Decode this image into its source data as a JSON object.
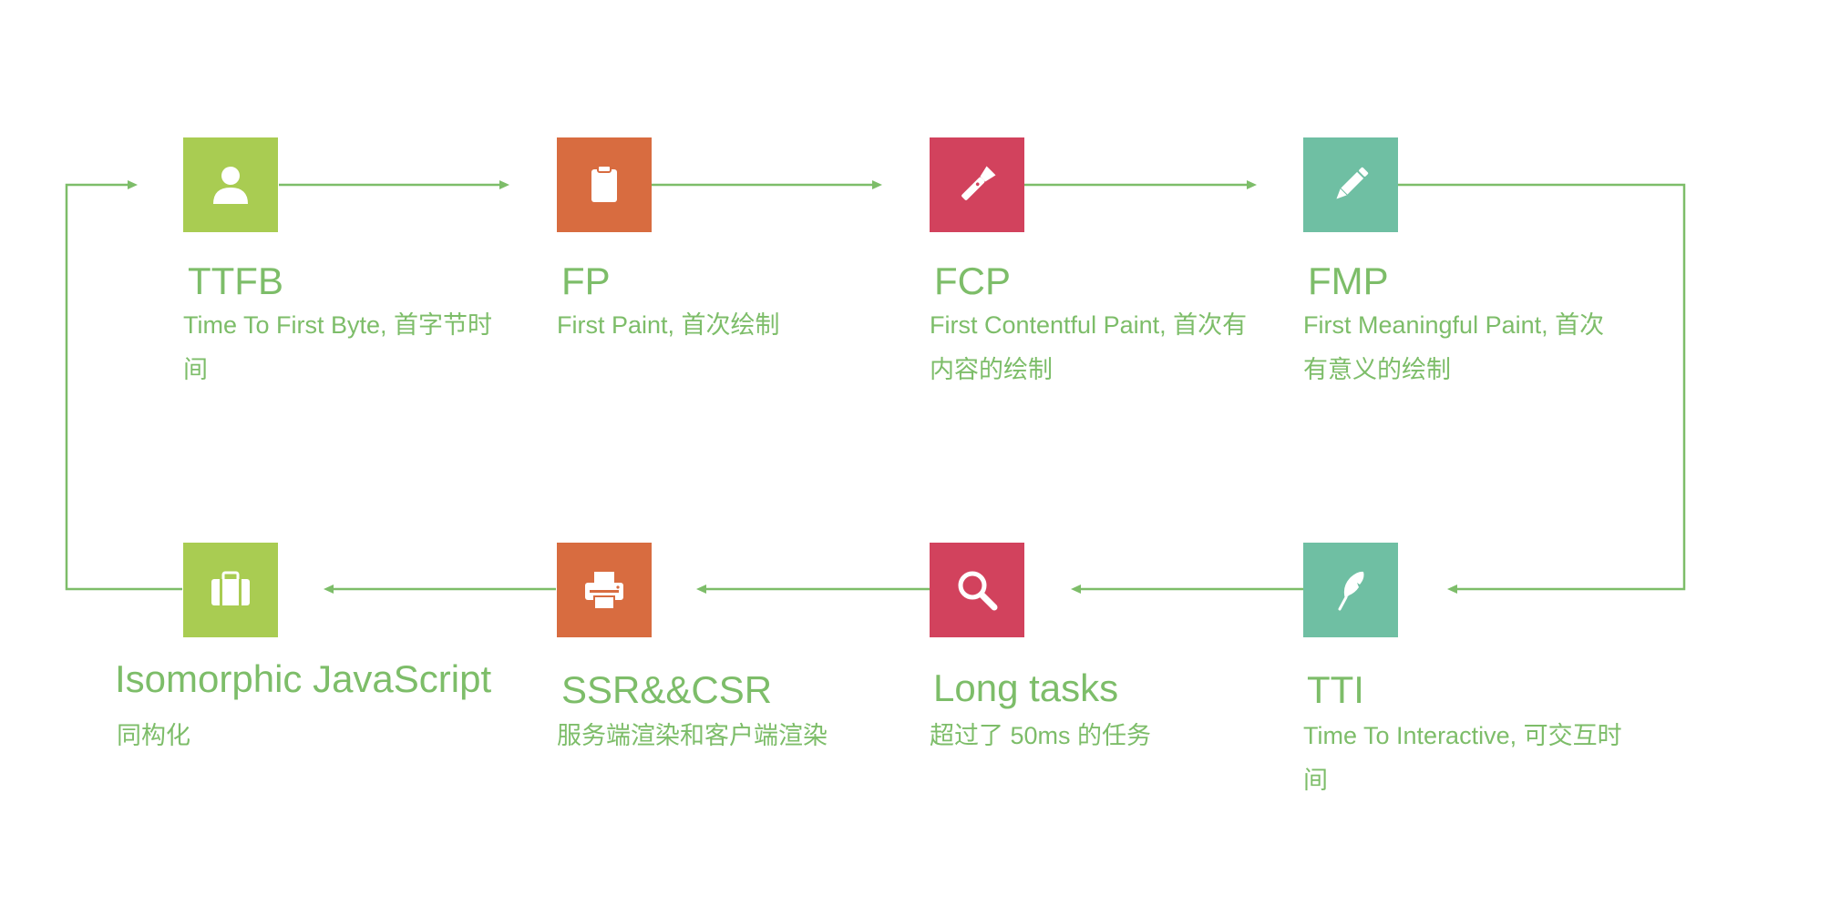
{
  "colors": {
    "line": "#7dbd69",
    "text": "#7dbd69",
    "green": "#a9cc52",
    "orange": "#d86c40",
    "crimson": "#d2425d",
    "teal": "#6fbfa3"
  },
  "nodes": [
    {
      "id": "ttfb",
      "title": "TTFB",
      "desc": "Time To First Byte, 首字节时间",
      "icon": "user-icon",
      "color": "green"
    },
    {
      "id": "fp",
      "title": "FP",
      "desc": "First Paint, 首次绘制",
      "icon": "clipboard-icon",
      "color": "orange"
    },
    {
      "id": "fcp",
      "title": "FCP",
      "desc": "First Contentful Paint, 首次有内容的绘制",
      "icon": "flashlight-icon",
      "color": "crimson"
    },
    {
      "id": "fmp",
      "title": "FMP",
      "desc": "First Meaningful Paint, 首次有意义的绘制",
      "icon": "pencil-icon",
      "color": "teal"
    },
    {
      "id": "tti",
      "title": "TTI",
      "desc": "Time To Interactive, 可交互时间",
      "icon": "feather-icon",
      "color": "teal"
    },
    {
      "id": "long-tasks",
      "title": "Long tasks",
      "desc": "超过了 50ms 的任务",
      "icon": "search-icon",
      "color": "crimson"
    },
    {
      "id": "ssr-csr",
      "title": "SSR&&CSR",
      "desc": "服务端渲染和客户端渲染",
      "icon": "printer-icon",
      "color": "orange"
    },
    {
      "id": "isomorphic",
      "title": "Isomorphic JavaScript",
      "desc": "同构化",
      "icon": "briefcase-icon",
      "color": "green"
    }
  ]
}
